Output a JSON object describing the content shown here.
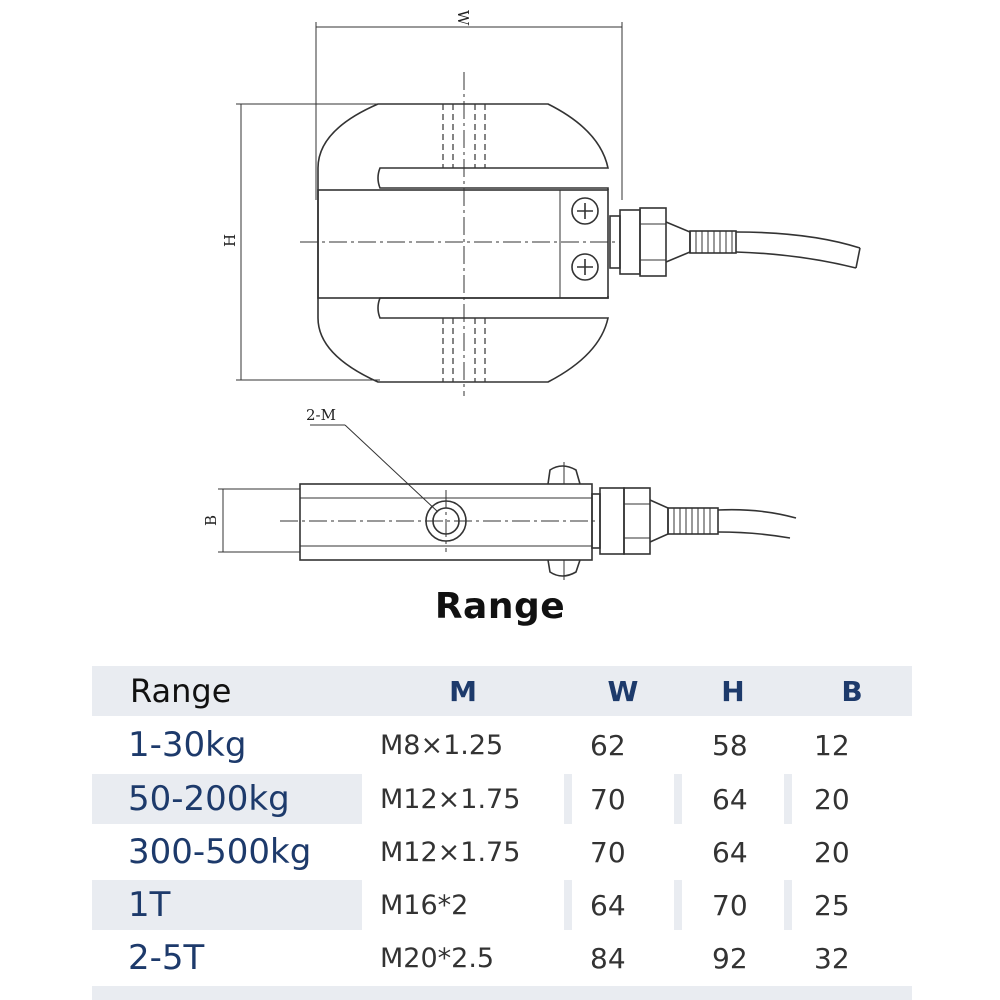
{
  "drawing": {
    "labels": {
      "width": "W",
      "height": "H",
      "thread": "2-M",
      "thickness": "B"
    }
  },
  "section_title": "Range",
  "table": {
    "headers": [
      "Range",
      "M",
      "W",
      "H",
      "B"
    ],
    "rows": [
      [
        "1-30kg",
        "M8×1.25",
        "62",
        "58",
        "12"
      ],
      [
        "50-200kg",
        "M12×1.75",
        "70",
        "64",
        "20"
      ],
      [
        "300-500kg",
        "M12×1.75",
        "70",
        "64",
        "20"
      ],
      [
        "1T",
        "M16*2",
        "64",
        "70",
        "25"
      ],
      [
        "2-5T",
        "M20*2.5",
        "84",
        "92",
        "32"
      ]
    ]
  },
  "colors": {
    "header_text": "#1d3a6b",
    "row_stripe": "#e9ecf1",
    "line": "#333333"
  }
}
